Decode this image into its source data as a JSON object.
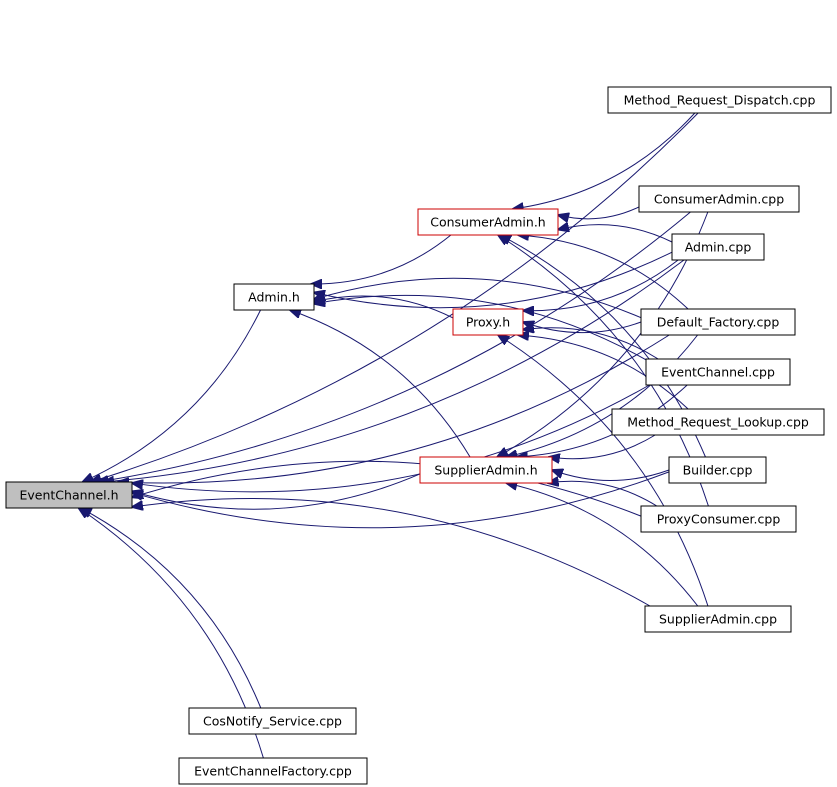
{
  "nodes": [
    {
      "id": "eventchannel_h",
      "label": "EventChannel.h",
      "style": "root"
    },
    {
      "id": "admin_h",
      "label": "Admin.h",
      "style": "normal"
    },
    {
      "id": "consumeradmin_h",
      "label": "ConsumerAdmin.h",
      "style": "red"
    },
    {
      "id": "proxy_h",
      "label": "Proxy.h",
      "style": "red"
    },
    {
      "id": "supplieradmin_h",
      "label": "SupplierAdmin.h",
      "style": "red"
    },
    {
      "id": "method_request_dispatch_cpp",
      "label": "Method_Request_Dispatch.cpp",
      "style": "normal"
    },
    {
      "id": "consumeradmin_cpp",
      "label": "ConsumerAdmin.cpp",
      "style": "normal"
    },
    {
      "id": "admin_cpp",
      "label": "Admin.cpp",
      "style": "normal"
    },
    {
      "id": "default_factory_cpp",
      "label": "Default_Factory.cpp",
      "style": "normal"
    },
    {
      "id": "eventchannel_cpp",
      "label": "EventChannel.cpp",
      "style": "normal"
    },
    {
      "id": "method_request_lookup_cpp",
      "label": "Method_Request_Lookup.cpp",
      "style": "normal"
    },
    {
      "id": "builder_cpp",
      "label": "Builder.cpp",
      "style": "normal"
    },
    {
      "id": "proxyconsumer_cpp",
      "label": "ProxyConsumer.cpp",
      "style": "normal"
    },
    {
      "id": "supplieradmin_cpp",
      "label": "SupplierAdmin.cpp",
      "style": "normal"
    },
    {
      "id": "cosnotify_service_cpp",
      "label": "CosNotify_Service.cpp",
      "style": "normal"
    },
    {
      "id": "eventchannelfactory_cpp",
      "label": "EventChannelFactory.cpp",
      "style": "normal"
    }
  ],
  "edges": [
    {
      "from": "admin_h",
      "to": "eventchannel_h"
    },
    {
      "from": "supplieradmin_h",
      "to": "eventchannel_h"
    },
    {
      "from": "method_request_dispatch_cpp",
      "to": "eventchannel_h"
    },
    {
      "from": "consumeradmin_cpp",
      "to": "eventchannel_h"
    },
    {
      "from": "admin_cpp",
      "to": "eventchannel_h"
    },
    {
      "from": "default_factory_cpp",
      "to": "eventchannel_h"
    },
    {
      "from": "eventchannel_cpp",
      "to": "eventchannel_h"
    },
    {
      "from": "builder_cpp",
      "to": "eventchannel_h"
    },
    {
      "from": "proxyconsumer_cpp",
      "to": "eventchannel_h"
    },
    {
      "from": "supplieradmin_cpp",
      "to": "eventchannel_h"
    },
    {
      "from": "cosnotify_service_cpp",
      "to": "eventchannel_h"
    },
    {
      "from": "eventchannelfactory_cpp",
      "to": "eventchannel_h"
    },
    {
      "from": "consumeradmin_h",
      "to": "admin_h"
    },
    {
      "from": "proxy_h",
      "to": "admin_h"
    },
    {
      "from": "supplieradmin_h",
      "to": "admin_h"
    },
    {
      "from": "admin_cpp",
      "to": "admin_h"
    },
    {
      "from": "default_factory_cpp",
      "to": "admin_h"
    },
    {
      "from": "eventchannel_cpp",
      "to": "admin_h"
    },
    {
      "from": "method_request_dispatch_cpp",
      "to": "consumeradmin_h"
    },
    {
      "from": "consumeradmin_cpp",
      "to": "consumeradmin_h"
    },
    {
      "from": "admin_cpp",
      "to": "consumeradmin_h"
    },
    {
      "from": "default_factory_cpp",
      "to": "consumeradmin_h"
    },
    {
      "from": "builder_cpp",
      "to": "consumeradmin_h"
    },
    {
      "from": "proxyconsumer_cpp",
      "to": "consumeradmin_h"
    },
    {
      "from": "admin_cpp",
      "to": "proxy_h"
    },
    {
      "from": "default_factory_cpp",
      "to": "proxy_h"
    },
    {
      "from": "eventchannel_cpp",
      "to": "proxy_h"
    },
    {
      "from": "method_request_lookup_cpp",
      "to": "proxy_h"
    },
    {
      "from": "supplieradmin_cpp",
      "to": "proxy_h"
    },
    {
      "from": "consumeradmin_cpp",
      "to": "supplieradmin_h"
    },
    {
      "from": "default_factory_cpp",
      "to": "supplieradmin_h"
    },
    {
      "from": "eventchannel_cpp",
      "to": "supplieradmin_h"
    },
    {
      "from": "method_request_lookup_cpp",
      "to": "supplieradmin_h"
    },
    {
      "from": "builder_cpp",
      "to": "supplieradmin_h"
    },
    {
      "from": "proxyconsumer_cpp",
      "to": "supplieradmin_h"
    },
    {
      "from": "supplieradmin_cpp",
      "to": "supplieradmin_h"
    }
  ]
}
